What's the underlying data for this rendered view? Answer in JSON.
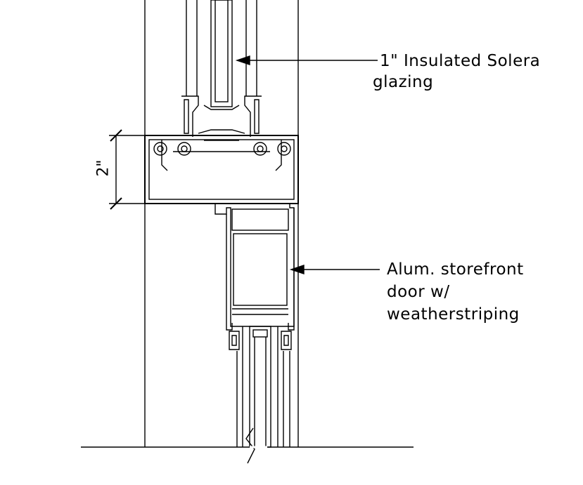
{
  "callouts": {
    "glazing": {
      "line1": "1\" Insulated Solera",
      "line2": "glazing"
    },
    "door": {
      "line1": "Alum. storefront",
      "line2": "door w/",
      "line3": "weatherstriping"
    }
  },
  "dimension": {
    "label": "2\""
  }
}
